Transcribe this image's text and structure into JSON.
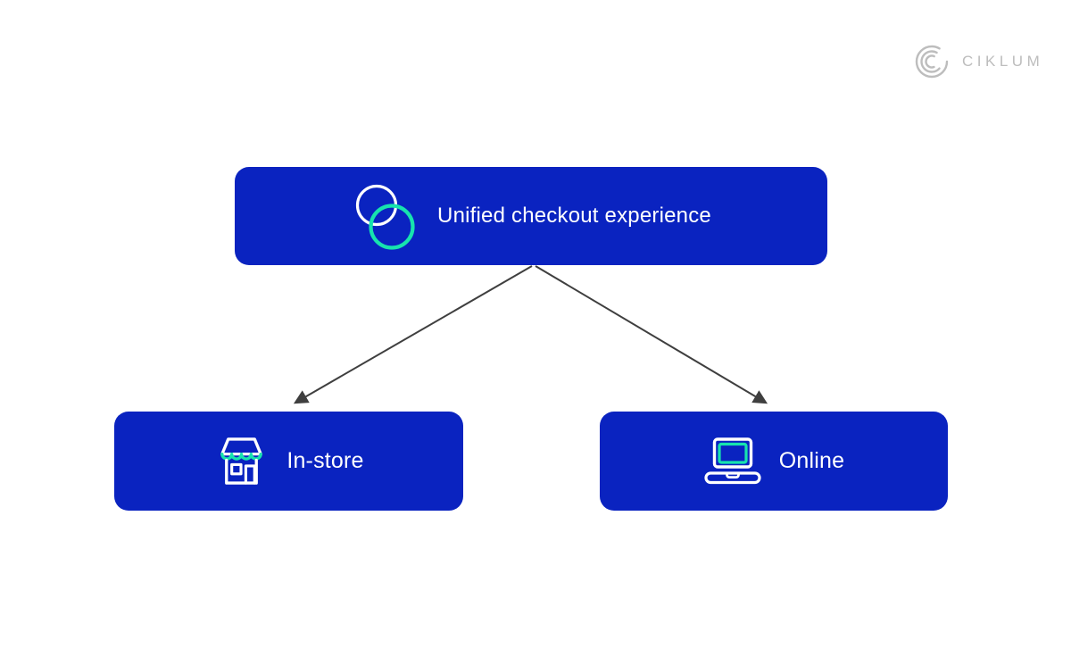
{
  "logo": {
    "brand": "CIKLUM",
    "icon": "ciklum-mark-icon"
  },
  "colors": {
    "box_blue": "#0A23C0",
    "accent_teal": "#17E3AE",
    "arrow_gray": "#3F3F3F",
    "brand_gray": "#BDBDBD",
    "label_white": "#FFFFFF"
  },
  "diagram": {
    "root": {
      "label": "Unified checkout experience",
      "icon": "overlapping-circles-icon"
    },
    "children": [
      {
        "label": "In-store",
        "icon": "storefront-icon"
      },
      {
        "label": "Online",
        "icon": "laptop-icon"
      }
    ],
    "connections": [
      {
        "from": "unified-checkout",
        "to": "in-store"
      },
      {
        "from": "unified-checkout",
        "to": "online"
      }
    ]
  }
}
